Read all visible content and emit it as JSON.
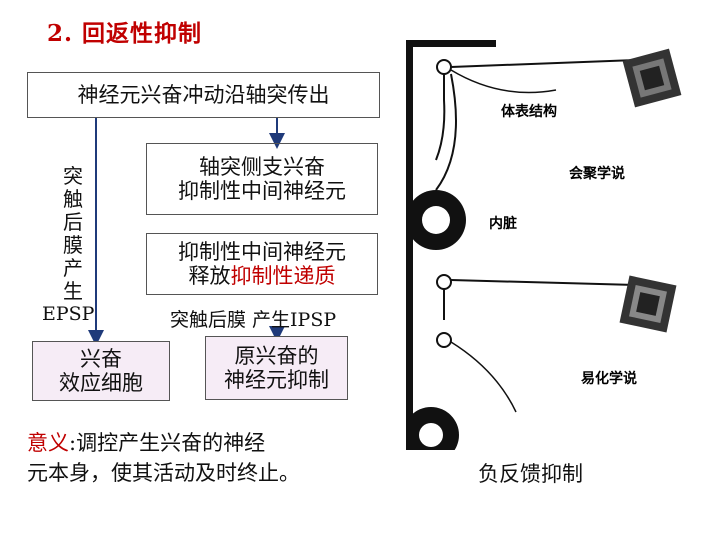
{
  "title": "2. 回返性抑制",
  "flow": {
    "top": "神经元兴奋冲动沿轴突传出",
    "side_label_chars": [
      "突",
      "触",
      "后",
      "膜",
      "产",
      "生"
    ],
    "epsp": "EPSP",
    "mid_line1": "轴突侧支兴奋",
    "mid_line2": "抑制性中间神经元",
    "mid2_line1": "抑制性中间神经元",
    "mid2_line2_prefix": "释放",
    "mid2_line2_highlight": "抑制性递质",
    "ipsp": "突触后膜 产生IPSP",
    "excite_line1": "兴奋",
    "excite_line2": "效应细胞",
    "inhib_line1": "原兴奋的",
    "inhib_line2": "神经元抑制"
  },
  "significance": {
    "label": "意义",
    "line1_rest": ":调控产生兴奋的神经",
    "line2": "元本身，使其活动及时终止。"
  },
  "figure": {
    "label_body": "体表结构",
    "label_convergence": "会聚学说",
    "label_viscera": "内脏",
    "label_facilitation": "易化学说",
    "caption": "负反馈抑制"
  },
  "colors": {
    "accent_red": "#c00000",
    "box_fill": "#f6ecf6"
  }
}
